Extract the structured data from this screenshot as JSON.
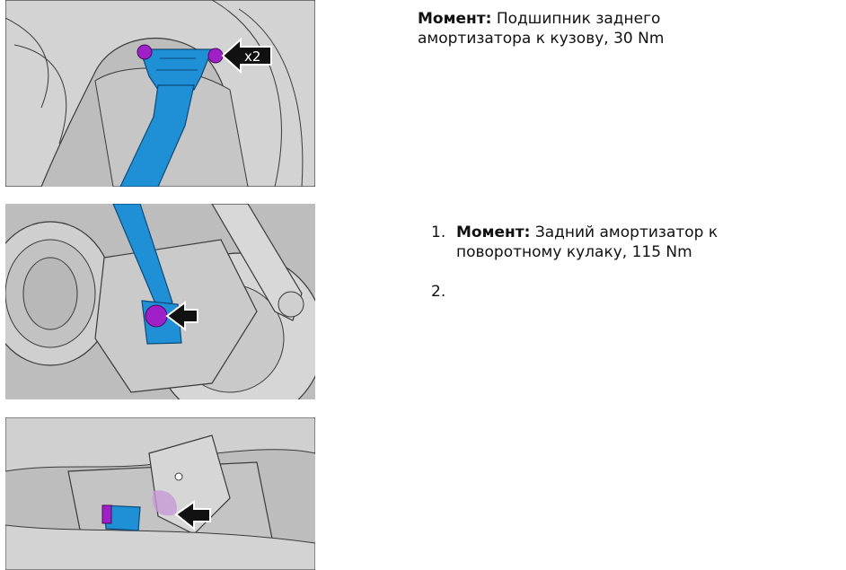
{
  "step_top": {
    "label": "Момент:",
    "text": "Подшипник заднего амортизатора к кузову, 30 Nm"
  },
  "steps": [
    {
      "number": "1.",
      "label": "Момент:",
      "text": "Задний амортизатор к поворотному кулаку, 115 Nm"
    },
    {
      "number": "2.",
      "label": "",
      "text": ""
    }
  ],
  "figure_1": {
    "callout": "x2"
  },
  "colors": {
    "part_highlight": "#1f8fd6",
    "fastener_highlight": "#a020c8",
    "metal": "#c9c9c9",
    "outline": "#3a3a3a"
  }
}
